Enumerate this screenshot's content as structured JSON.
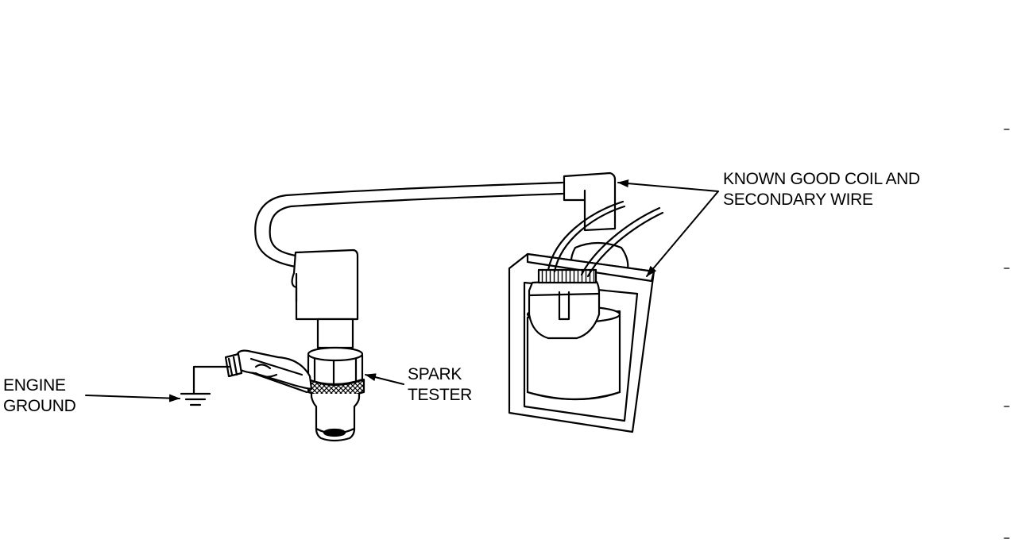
{
  "labels": {
    "engine_ground": [
      "ENGINE",
      "GROUND"
    ],
    "spark_tester": [
      "SPARK",
      "TESTER"
    ],
    "coil": [
      "KNOWN GOOD COIL AND",
      "SECONDARY WIRE"
    ]
  },
  "colors": {
    "ink": "#000000",
    "paper": "#ffffff"
  }
}
